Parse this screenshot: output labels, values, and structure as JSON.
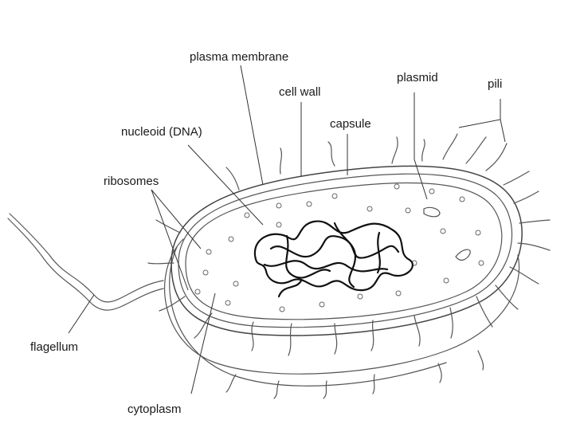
{
  "labels": {
    "plasma_membrane": "plasma membrane",
    "cell_wall": "cell wall",
    "plasmid": "plasmid",
    "pili": "pili",
    "capsule": "capsule",
    "nucleoid": "nucleoid (DNA)",
    "ribosomes": "ribosomes",
    "flagellum": "flagellum",
    "cytoplasm": "cytoplasm"
  }
}
